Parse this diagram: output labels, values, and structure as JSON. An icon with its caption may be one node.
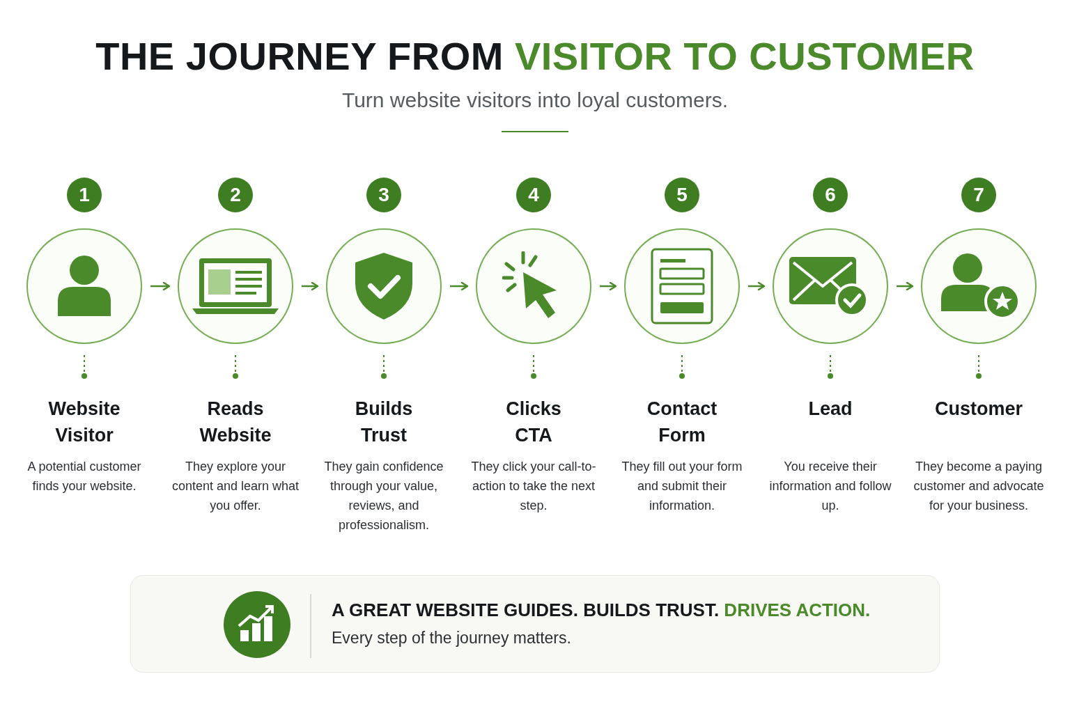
{
  "diagram": {
    "title": "THE JOURNEY FROM **VISITOR TO CUSTOMER**",
    "nodes": [
      {
        "text": [],
        "shape": "circle"
      },
      {
        "text": [],
        "shape": "circle"
      },
      {
        "text": [],
        "shape": "circle"
      },
      {
        "text": [],
        "shape": "circle"
      },
      {
        "text": [],
        "shape": "circle"
      },
      {
        "text": [],
        "shape": "circle"
      },
      {
        "text": [],
        "shape": "circle"
      },
      {
        "text": [
          "A GREAT WEBSITE GUIDES. BUILDS TRUST. **DRIVES ACTION.**",
          "Every step of the journey matters."
        ]
      }
    ],
    "edges": [
      {
        "from": 0,
        "to": 1,
        "arrow": "to"
      },
      {
        "from": 1,
        "to": 2,
        "arrow": "to"
      },
      {
        "from": 2,
        "to": 3,
        "arrow": "to"
      },
      {
        "from": 3,
        "to": 4,
        "arrow": "to"
      },
      {
        "from": 4,
        "to": 5,
        "arrow": "to"
      },
      {
        "from": 5,
        "to": 6,
        "arrow": "to"
      }
    ],
    "labels": [
      "Turn website visitors into loyal customers.",
      "1",
      "2",
      "3",
      "4",
      "5",
      "6",
      "7",
      "Website Visitor",
      "Reads Website",
      "Builds Trust",
      "Clicks CTA",
      "Contact Form",
      "Lead",
      "Customer",
      "A potential customer finds your website.",
      "They explore your content and learn what you offer.",
      "They gain confidence through your value, reviews, and professionalism.",
      "They click your call-to-action to take the next step.",
      "They fill out your form and submit their information.",
      "You receive their information and follow up.",
      "They become a paying customer and advocate for your business."
    ]
  }
}
